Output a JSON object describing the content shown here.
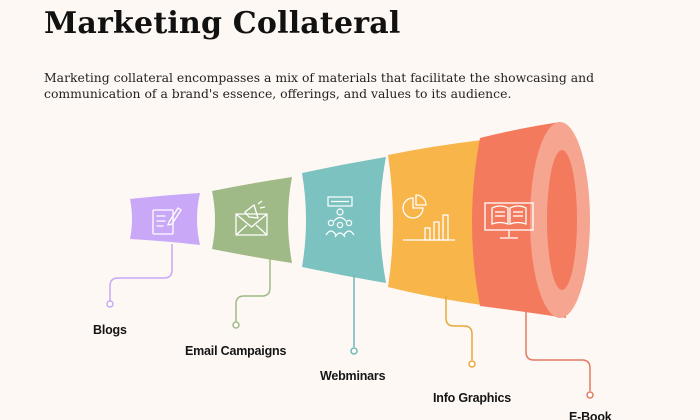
{
  "title": "Marketing Collateral",
  "description": "Marketing collateral encompasses a mix of materials that facilitate the showcasing and communication of a brand's essence, offerings, and values to its audience.",
  "items": [
    {
      "label": "Blogs",
      "color": "#c9a8f7",
      "line_color": "#c9a8f7",
      "icon": "document-pen-icon"
    },
    {
      "label": "Email Campaigns",
      "color": "#9fba86",
      "line_color": "#9fba86",
      "icon": "envelope-megaphone-icon"
    },
    {
      "label": "Webminars",
      "color": "#7cc2c0",
      "line_color": "#6fb9b8",
      "icon": "presenter-audience-icon"
    },
    {
      "label": "Info Graphics",
      "color": "#f7b54a",
      "line_color": "#e8a83a",
      "icon": "pie-bar-chart-icon"
    },
    {
      "label": "E-Book",
      "color": "#f47a5e",
      "line_color": "#e27a63",
      "icon": "book-monitor-icon"
    }
  ]
}
